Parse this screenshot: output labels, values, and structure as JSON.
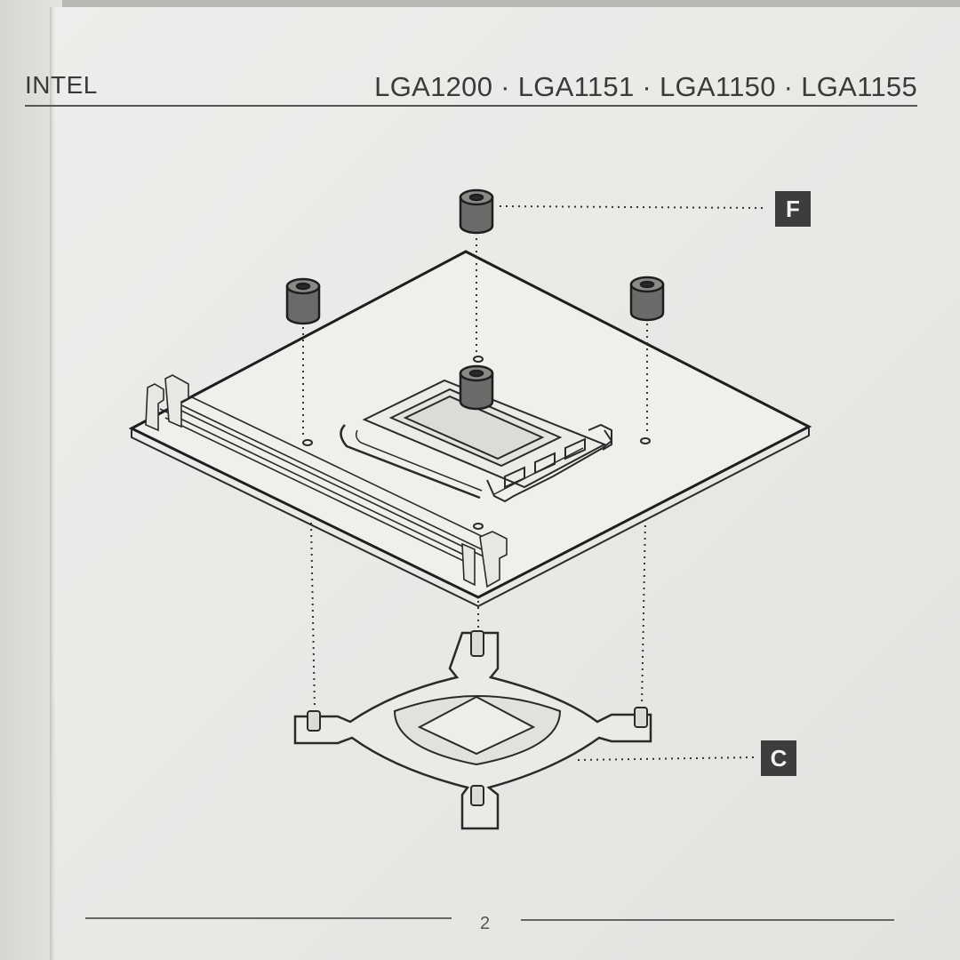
{
  "header": {
    "brand": "INTEL",
    "sockets": "LGA1200 · LGA1151 · LGA1150 · LGA1155"
  },
  "callouts": {
    "standoff": "F",
    "backplate": "C"
  },
  "footer": {
    "page_number": "2"
  }
}
